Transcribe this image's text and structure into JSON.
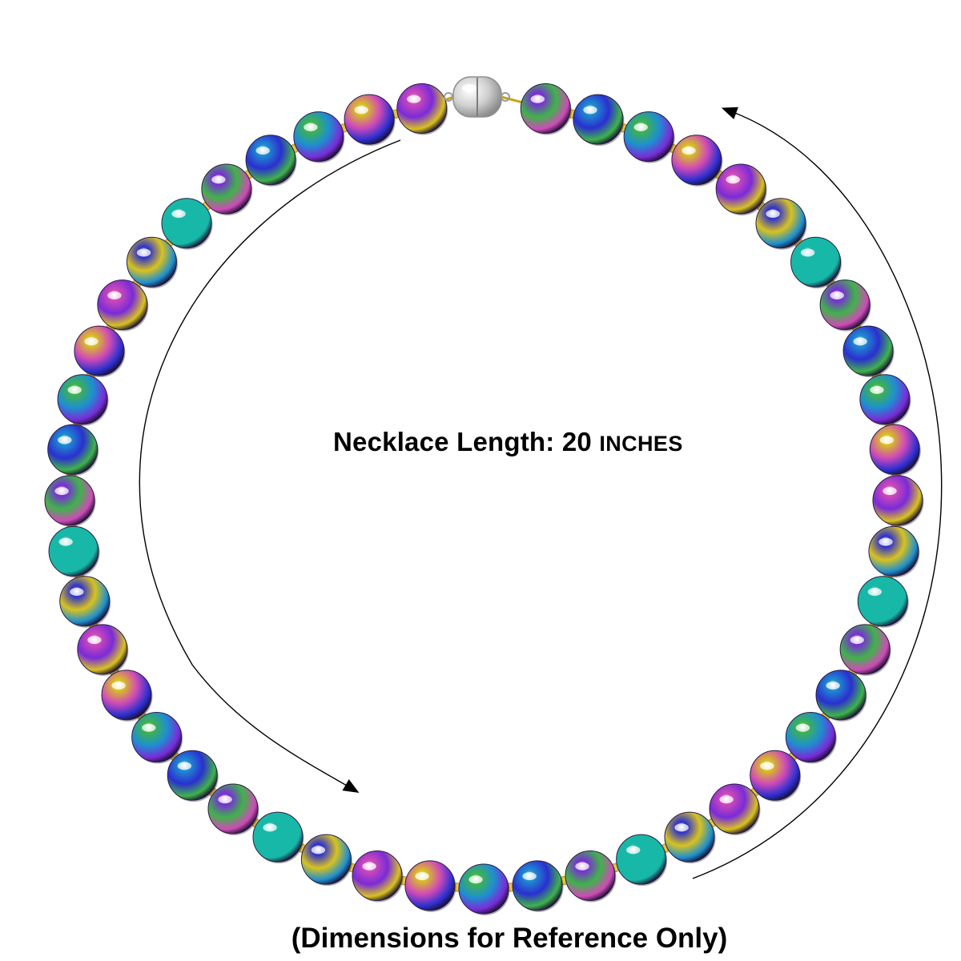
{
  "length_label": {
    "prefix": "Necklace Length:",
    "number": "20",
    "unit": "INCHES"
  },
  "footnote": "(Dimensions for Reference Only)",
  "necklace": {
    "bead_count": 47,
    "bead_colors": [
      "#7a2bd8",
      "#1e8fd0",
      "#3fb34a",
      "#d8c220",
      "#d04ab8",
      "#2b2fd0",
      "#18b8a8"
    ],
    "spacer_color": "#c9a21a",
    "spacer_accent": "#e7c64a",
    "clasp_color": "#d6d6d6"
  },
  "colors": {
    "background": "#ffffff",
    "text": "#000000",
    "arrow": "#000000"
  }
}
